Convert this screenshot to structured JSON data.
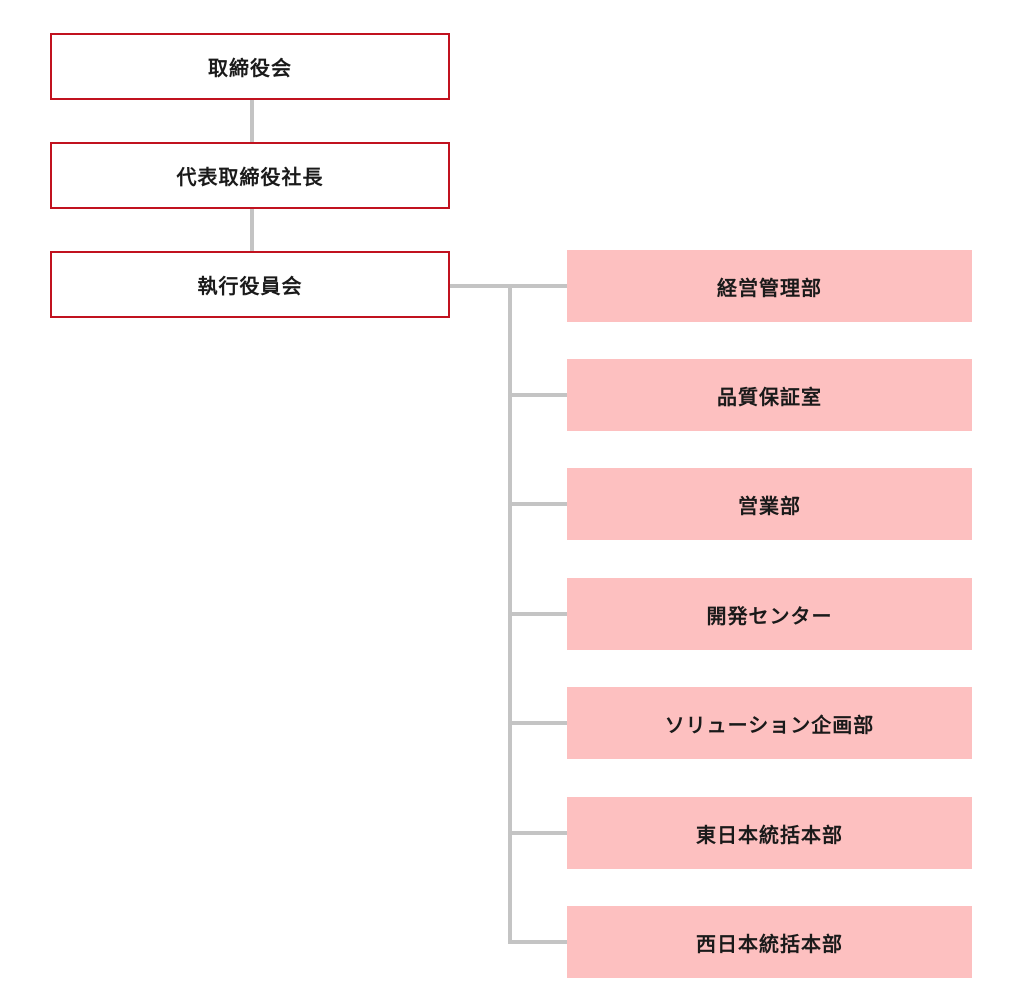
{
  "executive": [
    {
      "label": "取締役会"
    },
    {
      "label": "代表取締役社長"
    },
    {
      "label": "執行役員会"
    }
  ],
  "departments": [
    {
      "label": "経営管理部"
    },
    {
      "label": "品質保証室"
    },
    {
      "label": "営業部"
    },
    {
      "label": "開発センター"
    },
    {
      "label": "ソリューション企画部"
    },
    {
      "label": "東日本統括本部"
    },
    {
      "label": "西日本統括本部"
    }
  ],
  "colors": {
    "executive_border": "#c1121f",
    "department_fill": "#fdc0c0",
    "connector": "#c4c4c4"
  }
}
